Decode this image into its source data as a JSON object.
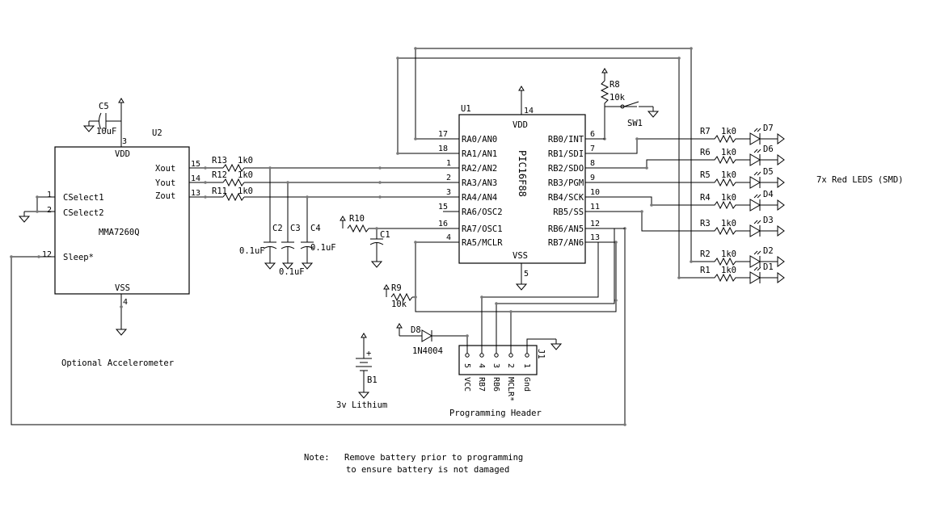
{
  "u2": {
    "ref": "U2",
    "part": "MMA7260Q",
    "caption": "Optional Accelerometer",
    "vdd": "VDD",
    "vss": "VSS",
    "pins": {
      "cs1": "CSelect1",
      "cs2": "CSelect2",
      "sleep": "Sleep*",
      "xout": "Xout",
      "yout": "Yout",
      "zout": "Zout"
    },
    "nums": {
      "vdd": "3",
      "vss": "4",
      "cs1": "1",
      "cs2": "2",
      "sleep": "12",
      "xout": "15",
      "yout": "14",
      "zout": "13"
    }
  },
  "c5": {
    "ref": "C5",
    "value": "10uF"
  },
  "resistors": {
    "r13": {
      "ref": "R13",
      "value": "1k0"
    },
    "r12": {
      "ref": "R12",
      "value": "1k0"
    },
    "r11": {
      "ref": "R11",
      "value": "1k0"
    },
    "r10": {
      "ref": "R10"
    },
    "r9": {
      "ref": "R9",
      "value": "10k"
    },
    "r8": {
      "ref": "R8",
      "value": "10k"
    }
  },
  "caps": {
    "c2": {
      "ref": "C2",
      "value": "0.1uF"
    },
    "c3": {
      "ref": "C3",
      "value": "0.1uF"
    },
    "c4": {
      "ref": "C4",
      "value": "0.1uF"
    },
    "c1": {
      "ref": "C1"
    }
  },
  "u1": {
    "ref": "U1",
    "part": "PIC16F88",
    "vdd": "VDD",
    "vss": "VSS",
    "vdd_pin": "14",
    "vss_pin": "5",
    "left": [
      {
        "num": "17",
        "name": "RA0/AN0"
      },
      {
        "num": "18",
        "name": "RA1/AN1"
      },
      {
        "num": "1",
        "name": "RA2/AN2"
      },
      {
        "num": "2",
        "name": "RA3/AN3"
      },
      {
        "num": "3",
        "name": "RA4/AN4"
      },
      {
        "num": "15",
        "name": "RA6/OSC2"
      },
      {
        "num": "16",
        "name": "RA7/OSC1"
      },
      {
        "num": "4",
        "name": "RA5/MCLR"
      }
    ],
    "right": [
      {
        "num": "6",
        "name": "RB0/INT"
      },
      {
        "num": "7",
        "name": "RB1/SDI"
      },
      {
        "num": "8",
        "name": "RB2/SDO"
      },
      {
        "num": "9",
        "name": "RB3/PGM"
      },
      {
        "num": "10",
        "name": "RB4/SCK"
      },
      {
        "num": "11",
        "name": "RB5/SS"
      },
      {
        "num": "12",
        "name": "RB6/AN5"
      },
      {
        "num": "13",
        "name": "RB7/AN6"
      }
    ]
  },
  "sw1": "SW1",
  "leds": [
    {
      "r": "R7",
      "v": "1k0",
      "d": "D7"
    },
    {
      "r": "R6",
      "v": "1k0",
      "d": "D6"
    },
    {
      "r": "R5",
      "v": "1k0",
      "d": "D5"
    },
    {
      "r": "R4",
      "v": "1k0",
      "d": "D4"
    },
    {
      "r": "R3",
      "v": "1k0",
      "d": "D3"
    },
    {
      "r": "R2",
      "v": "1k0",
      "d": "D2"
    },
    {
      "r": "R1",
      "v": "1k0",
      "d": "D1"
    }
  ],
  "led_note": "7x  Red LEDS (SMD)",
  "d8": {
    "ref": "D8",
    "part": "1N4004"
  },
  "battery": {
    "ref": "B1",
    "plus": "+",
    "label": "3v Lithium"
  },
  "j1": {
    "ref": "J1",
    "caption": "Programming Header",
    "pins": [
      {
        "num": "5",
        "name": "VCC"
      },
      {
        "num": "4",
        "name": "RB7"
      },
      {
        "num": "3",
        "name": "RB6"
      },
      {
        "num": "2",
        "name": "MCLR*"
      },
      {
        "num": "1",
        "name": "Gnd"
      }
    ]
  },
  "note": {
    "label": "Note:",
    "line1": "Remove battery prior to programming",
    "line2": "to ensure battery is not damaged"
  }
}
